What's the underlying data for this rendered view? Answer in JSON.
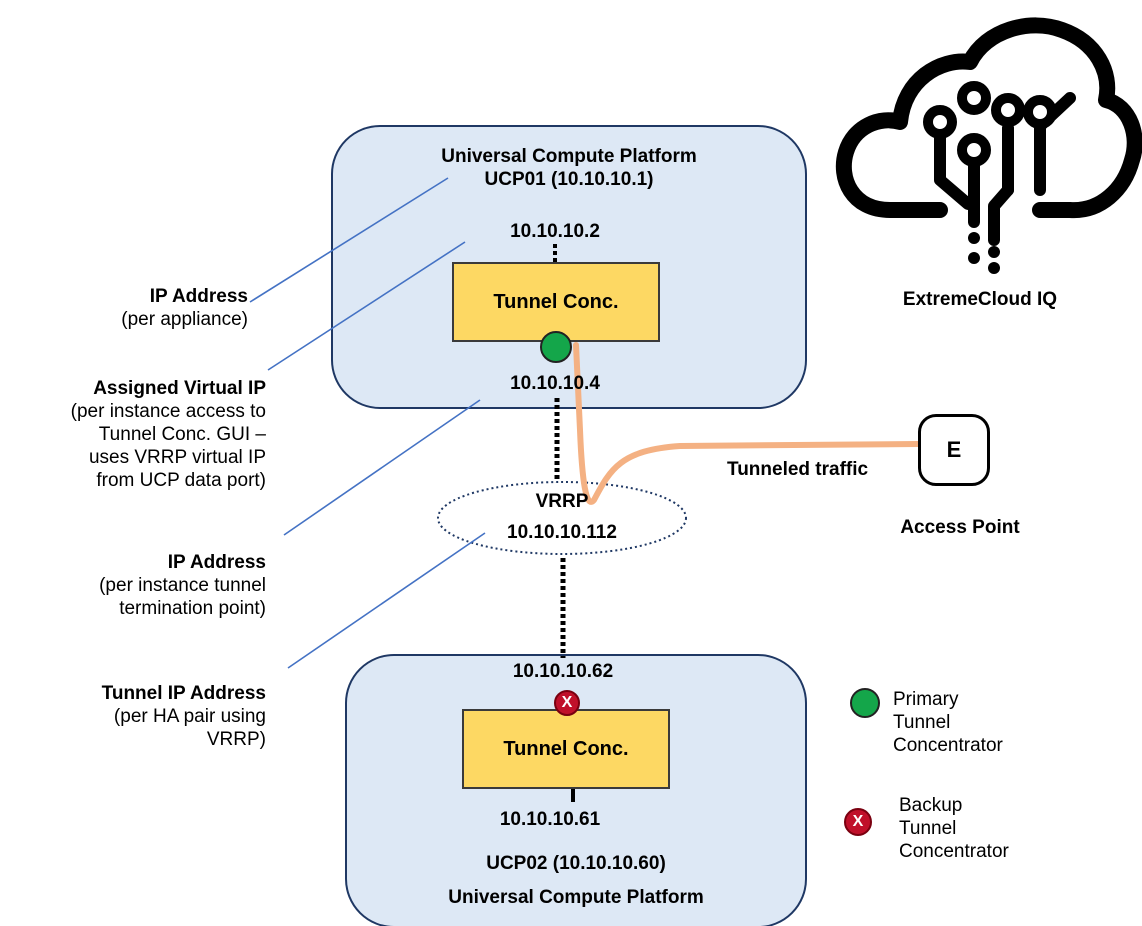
{
  "top_ucp": {
    "title": "Universal Compute Platform",
    "subtitle": "UCP01 (10.10.10.1)"
  },
  "bottom_ucp": {
    "subtitle": "UCP02 (10.10.10.60)",
    "title": "Universal Compute Platform"
  },
  "tunnel_conc_top": {
    "label": "Tunnel Conc.",
    "ip_top": "10.10.10.2",
    "ip_bottom": "10.10.10.4"
  },
  "tunnel_conc_bottom": {
    "label": "Tunnel Conc.",
    "ip_top": "10.10.10.62",
    "ip_bottom": "10.10.10.61"
  },
  "vrrp": {
    "label": "VRRP",
    "ip": "10.10.10.112"
  },
  "cloud": {
    "label": "ExtremeCloud IQ"
  },
  "access_point": {
    "label": "Access Point",
    "logo": "E"
  },
  "tunneled_traffic": "Tunneled traffic",
  "annotations": {
    "a1": {
      "title": "IP Address",
      "lines": [
        "(per appliance)"
      ]
    },
    "a2": {
      "title": "Assigned Virtual IP",
      "lines": [
        "(per instance access to",
        "Tunnel Conc. GUI –",
        "uses VRRP virtual IP",
        "from UCP data port)"
      ]
    },
    "a3": {
      "title": "IP Address",
      "lines": [
        "(per instance tunnel",
        "termination point)"
      ]
    },
    "a4": {
      "title": "Tunnel IP Address",
      "lines": [
        "(per HA pair using",
        "VRRP)"
      ]
    }
  },
  "legend": {
    "primary": [
      "Primary",
      "Tunnel",
      "Concentrator"
    ],
    "backup": [
      "Backup",
      "Tunnel",
      "Concentrator"
    ],
    "x_symbol": "X"
  },
  "colors": {
    "ucp_fill": "#dde8f5",
    "ucp_stroke": "#1f3864",
    "tunnel_fill": "#fdd863",
    "traffic": "#f4b183",
    "leader": "#4472c4",
    "primary": "#14a64a",
    "backup": "#c0102a"
  }
}
